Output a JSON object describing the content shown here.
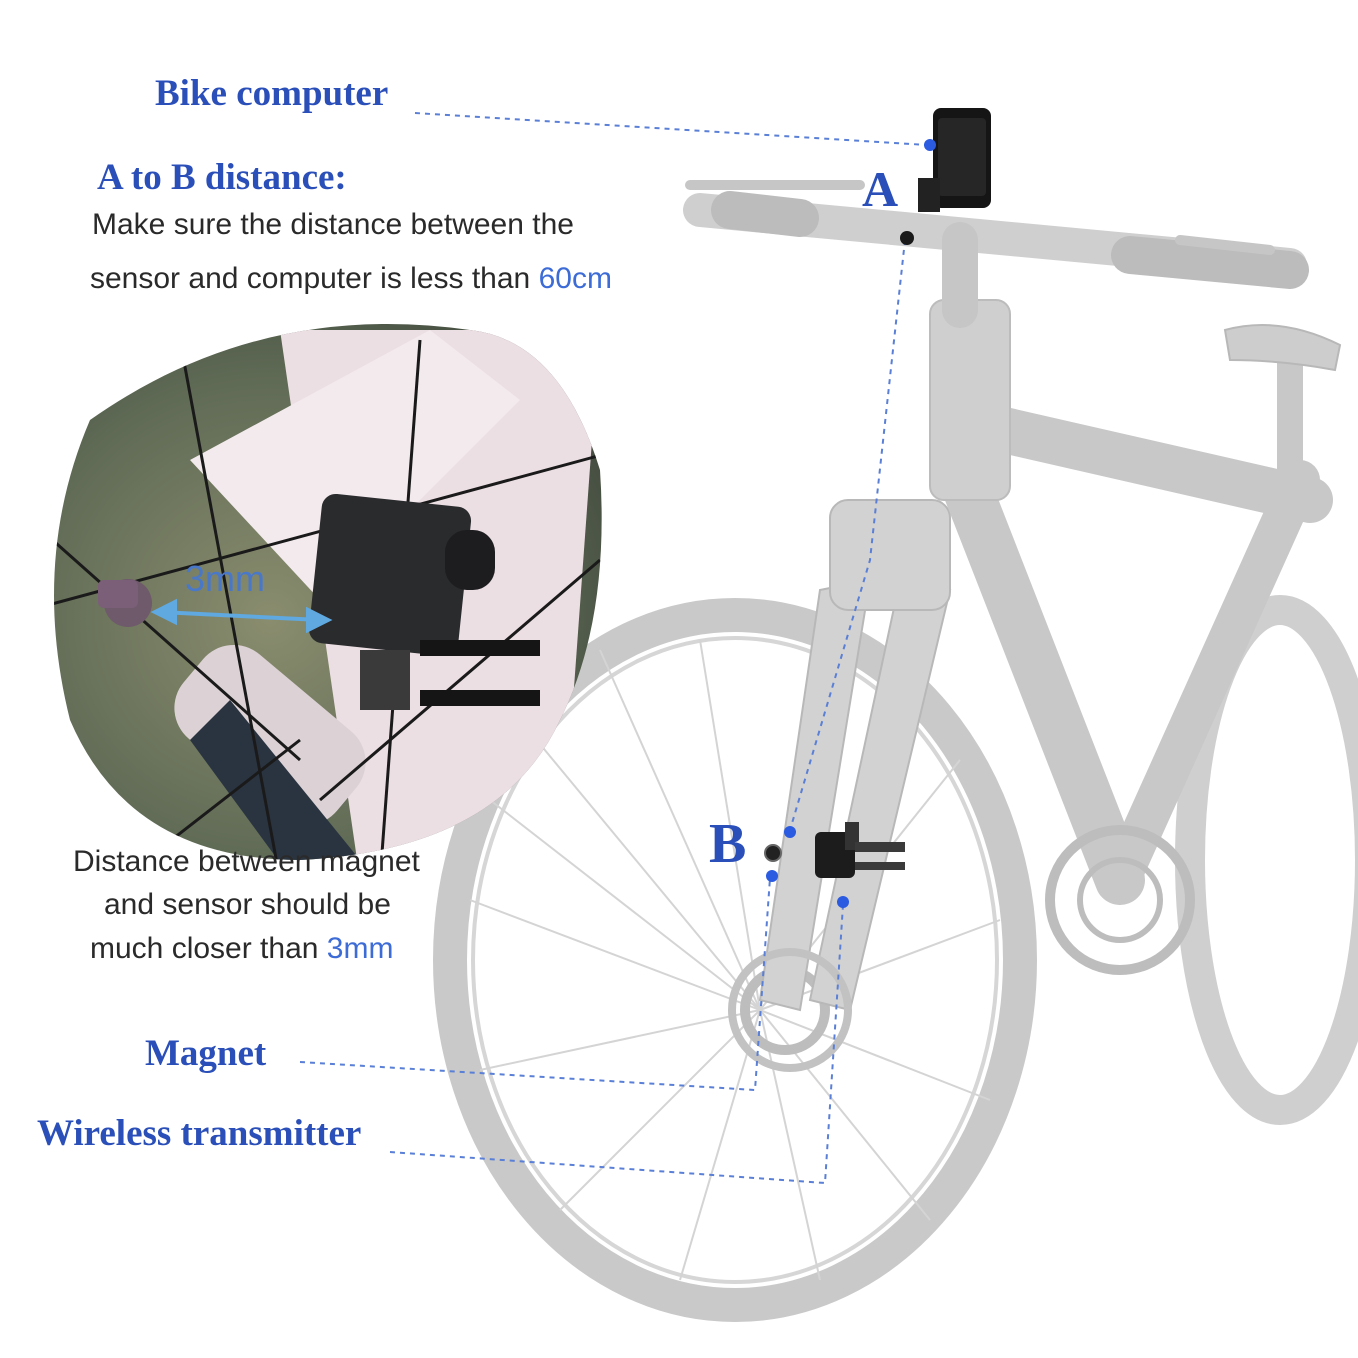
{
  "labels": {
    "bike_computer": "Bike computer",
    "a_to_b_title": "A to B distance:",
    "a_to_b_text_line1": "Make sure the distance between the",
    "a_to_b_text_line2": "sensor and computer is less than",
    "a_to_b_value": "60cm",
    "inset_gap": "3mm",
    "magnet_text_line1": "Distance between magnet",
    "magnet_text_line2": "and sensor should be",
    "magnet_text_line3": "much closer than",
    "magnet_value": "3mm",
    "magnet": "Magnet",
    "wireless_transmitter": "Wireless transmitter",
    "point_a": "A",
    "point_b": "B"
  },
  "colors": {
    "label_blue": "#2b4fb8",
    "accent_blue": "#3d6cd6",
    "guide_blue": "#5a7fd6",
    "bike_gray": "#c8c8c8",
    "text_dark": "#2a2a2a"
  }
}
